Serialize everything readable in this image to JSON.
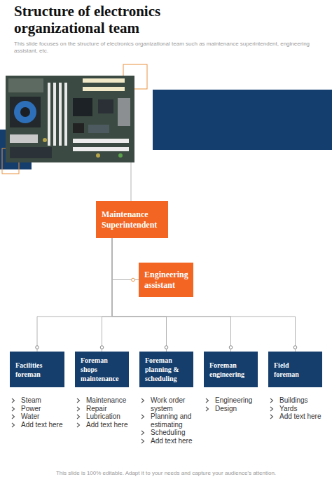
{
  "diagram": {
    "title": "Structure of electronics organizational team",
    "nodes": [
      {
        "text": [
          "Maintenance Superintendent"
        ]
      },
      {
        "text": [
          "Engineering assistant"
        ]
      },
      {
        "text": [
          "Facilities foreman"
        ]
      },
      {
        "text": [
          "Foreman shops maintenance"
        ]
      },
      {
        "text": [
          "Foreman planning & scheduling"
        ]
      },
      {
        "text": [
          "Foreman engineering"
        ]
      },
      {
        "text": [
          "Field foreman"
        ]
      }
    ],
    "edges": [
      {
        "from": 0,
        "to": 1,
        "arrow": "none"
      },
      {
        "from": 0,
        "to": 2,
        "arrow": "none"
      },
      {
        "from": 0,
        "to": 3,
        "arrow": "none"
      },
      {
        "from": 0,
        "to": 4,
        "arrow": "none"
      },
      {
        "from": 0,
        "to": 5,
        "arrow": "none"
      },
      {
        "from": 0,
        "to": 6,
        "arrow": "none"
      }
    ],
    "labels": [
      "This slide focuses on the structure of electronics organizational team such as maintenance superintendent, engineering assistant, etc.",
      "Steam",
      "Power",
      "Water",
      "Add text here",
      "Maintenance",
      "Repair",
      "Lubrication",
      "Add text here",
      "Work order system",
      "Planning and estimating",
      "Scheduling",
      "Add text here",
      "Engineering",
      "Design",
      "Buildings",
      "Yards",
      "Add text here",
      "This slide is 100% editable. Adapt it to your needs and capture your audience's attention."
    ]
  }
}
